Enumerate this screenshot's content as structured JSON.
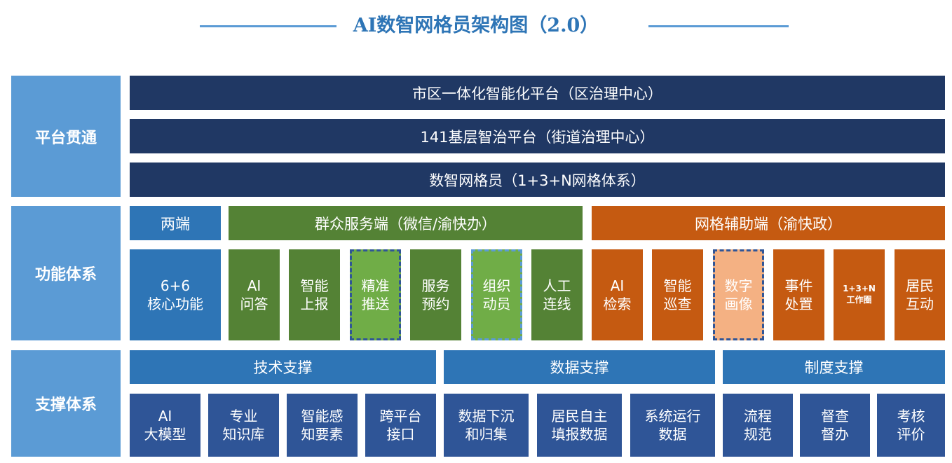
{
  "title": "AI数智网格员架构图（2.0）",
  "sections": {
    "platform": {
      "label": "平台贯通",
      "rows": [
        "市区一体化智能化平台（区治理中心）",
        "141基层智治平台（街道治理中心）",
        "数智网格员（1+3+N网格体系）"
      ]
    },
    "function": {
      "label": "功能体系",
      "two_ends": "两端",
      "two_ends_box": "6+6\n核心功能",
      "public": {
        "header": "群众服务端（微信/渝快办）",
        "items": [
          "AI\n问答",
          "智能\n上报",
          "精准\n推送",
          "服务\n预约",
          "组织\n动员",
          "人工\n连线"
        ]
      },
      "grid": {
        "header": "网格辅助端（渝快政）",
        "items": [
          "AI\n检索",
          "智能\n巡查",
          "数字\n画像",
          "事件\n处置",
          "1+3+N\n工作圈",
          "居民\n互动"
        ]
      }
    },
    "support": {
      "label": "支撑体系",
      "tech": {
        "header": "技术支撑",
        "items": [
          "AI\n大模型",
          "专业\n知识库",
          "智能感\n知要素",
          "跨平台\n接口"
        ]
      },
      "data": {
        "header": "数据支撑",
        "items": [
          "数据下沉\n和归集",
          "居民自主\n填报数据",
          "系统运行\n数据"
        ]
      },
      "system": {
        "header": "制度支撑",
        "items": [
          "流程\n规范",
          "督查\n督办",
          "考核\n评价"
        ]
      }
    }
  },
  "colors": {
    "side": "#5b9bd5",
    "navy": "#203864",
    "blue": "#2e75b6",
    "green": "#548235",
    "light_green": "#70ad47",
    "orange": "#c55a11",
    "light_orange": "#f4b183",
    "support": "#2f5597"
  }
}
